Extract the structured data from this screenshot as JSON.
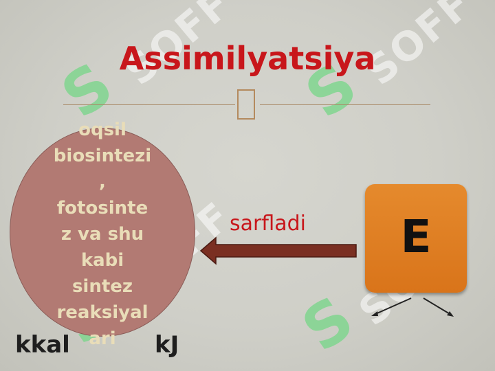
{
  "slide": {
    "title": "Assimilyatsiya",
    "circle_text": "oqsil\nbiosintezi\n,\nfotosinte\nz va shu\nkabi\nsintez\nreaksiyal\nari",
    "unit_left": "kkal",
    "unit_right": "kJ",
    "arrow_label": "sarfladi",
    "energy_symbol": "E"
  },
  "watermark": {
    "text": "SOFF",
    "logo_letter": "S"
  },
  "colors": {
    "title": "#c8161b",
    "circle_fill": "#b27a73",
    "circle_text": "#e9ddb8",
    "arrow_fill": "#7a2f22",
    "energy_box": "#de7c22",
    "background": "#cfcfc8"
  },
  "icons": [
    "ornament-icon",
    "left-arrow-icon",
    "branch-arrows-icon"
  ]
}
